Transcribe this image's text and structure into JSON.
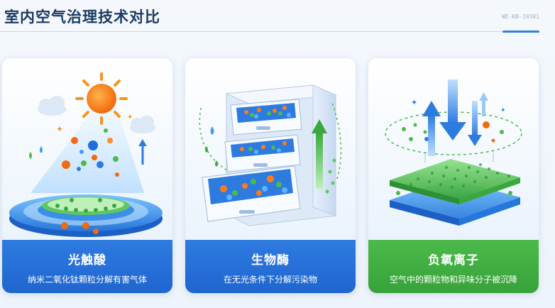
{
  "header": {
    "title": "室内空气治理技术对比",
    "code": "WE-KB-19301"
  },
  "cards": [
    {
      "name": "光触酸",
      "desc": "纳米二氧化钛颗粒分解有害气体",
      "accent": "#1f6fd6"
    },
    {
      "name": "生物酶",
      "desc": "在无光条件下分解污染物",
      "accent": "#1f6fd6"
    },
    {
      "name": "负氧离子",
      "desc": "空气中的颗粒物和异味分子被沉降",
      "accent": "#3aa83c"
    }
  ],
  "icons": [
    "sun-icon",
    "cloud-icon",
    "drawer-cabinet-icon",
    "arrow-up-icon",
    "arrow-down-icon",
    "filter-layer-icon"
  ]
}
